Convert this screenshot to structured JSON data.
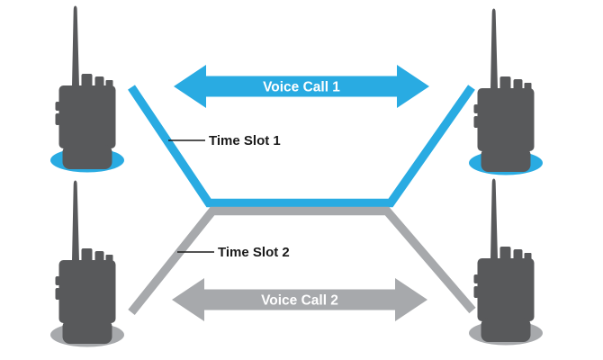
{
  "diagram": {
    "labels": {
      "voice_call_1": "Voice Call 1",
      "voice_call_2": "Voice Call 2",
      "time_slot_1": "Time Slot 1",
      "time_slot_2": "Time Slot 2"
    },
    "colors": {
      "slot1": "#29ABE2",
      "slot2": "#A7A9AC",
      "radio": "#58595B",
      "label_text": "#1A1A1A",
      "arrow_text": "#FFFFFF",
      "background": "#FFFFFF"
    }
  }
}
